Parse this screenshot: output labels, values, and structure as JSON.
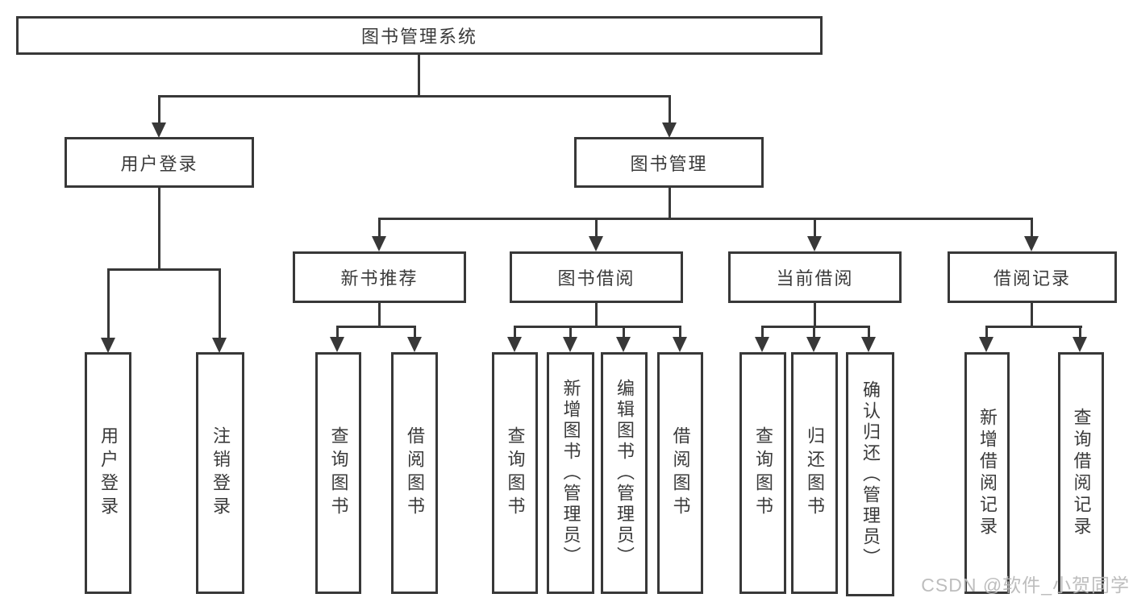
{
  "nodes": {
    "root": "图书管理系统",
    "user_login": "用户登录",
    "book_mgmt": "图书管理",
    "new_books": "新书推荐",
    "book_borrow": "图书借阅",
    "current_borrow": "当前借阅",
    "borrow_records": "借阅记录"
  },
  "leaves": {
    "user_login": [
      "用户登录",
      "注销登录"
    ],
    "new_books": [
      "查询图书",
      "借阅图书"
    ],
    "book_borrow": [
      "查询图书",
      "新增图书（管理员）",
      "编辑图书（管理员）",
      "借阅图书"
    ],
    "current_borrow": [
      "查询图书",
      "归还图书",
      "确认归还（管理员）"
    ],
    "borrow_records": [
      "新增借阅记录",
      "查询借阅记录"
    ]
  },
  "watermark": "CSDN @软件_小贺同学",
  "colors": {
    "line": "#383838",
    "text": "#3a3a3a",
    "background": "#ffffff",
    "watermark": "#b7b7b7"
  }
}
